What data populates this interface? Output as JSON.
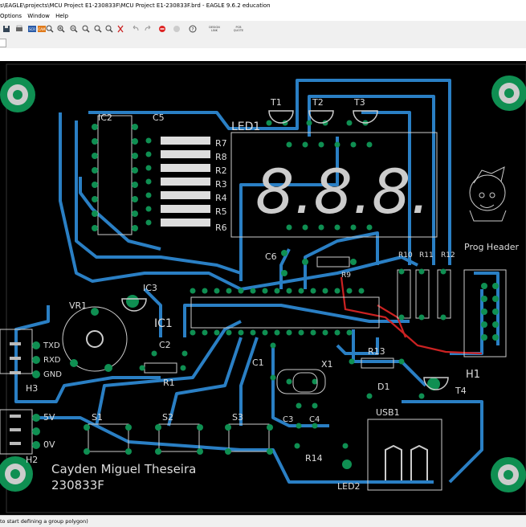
{
  "window": {
    "title": "s\\EAGLE\\projects\\MCU Project E1-230833F\\MCU Project E1-230833F.brd - EAGLE 9.6.2 education"
  },
  "menu": {
    "items": [
      "Options",
      "Window",
      "Help"
    ]
  },
  "toolbar": {
    "icons": [
      "save-icon",
      "print-icon",
      "cam-icon",
      "zoom-fit-icon",
      "zoom-in-icon",
      "zoom-out-icon",
      "zoom-select-icon",
      "redraw-icon",
      "undo-icon",
      "redo-icon",
      "stop-icon",
      "go-icon",
      "help-icon"
    ],
    "design_link_label": "DESIGN LINK",
    "pcb_quote_label": "PCB QUOTE"
  },
  "status": {
    "text": "to start defining a group polygon)"
  },
  "board": {
    "designer_name": "Cayden Miguel Theseira",
    "designer_id": "230833F",
    "labels": {
      "ic2": "IC2",
      "c5": "C5",
      "led1": "LED1",
      "t1": "T1",
      "t2": "T2",
      "t3": "T3",
      "r7": "R7",
      "r8": "R8",
      "r2": "R2",
      "r3": "R3",
      "r4": "R4",
      "r5": "R5",
      "r6": "R6",
      "c6": "C6",
      "r9": "R9",
      "r10": "R10",
      "r11": "R11",
      "r12": "R12",
      "prog_header": "Prog Header",
      "vr1": "VR1",
      "ic3": "IC3",
      "ic1": "IC1",
      "c2": "C2",
      "r1": "R1",
      "c1": "C1",
      "x1": "X1",
      "r13": "R13",
      "t4": "T4",
      "h1": "H1",
      "d1": "D1",
      "txd": "TXD",
      "rxd": "RXD",
      "gnd": "GND",
      "h3": "H3",
      "v5": "5V",
      "v0": "0V",
      "h2": "H2",
      "s1": "S1",
      "s2": "S2",
      "s3": "S3",
      "c3": "C3",
      "c4": "C4",
      "usb1": "USB1",
      "r14": "R14",
      "led2": "LED2",
      "display_digits": "8.8.8."
    }
  }
}
